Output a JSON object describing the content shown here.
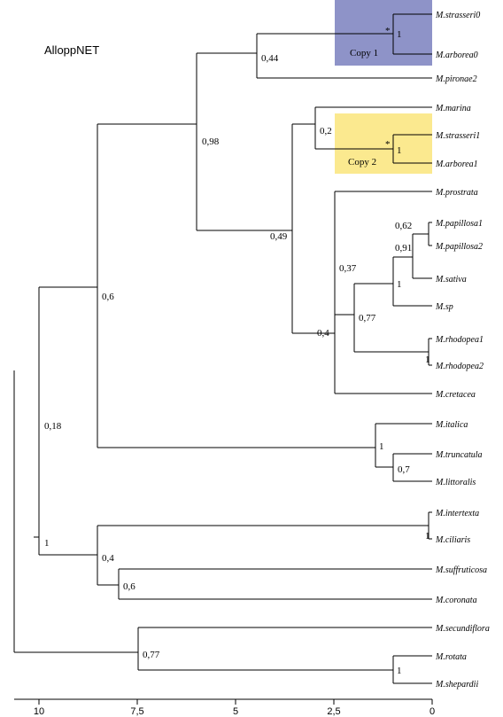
{
  "title": "AlloppNET",
  "colors": {
    "copy1": "#8e93c8",
    "copy2": "#fbe98f"
  },
  "highlights": [
    {
      "label": "Copy 1",
      "color": "#8e93c8"
    },
    {
      "label": "Copy 2",
      "color": "#fbe98f"
    }
  ],
  "axis": {
    "ticks": [
      {
        "value": 10,
        "label": "10"
      },
      {
        "value": 7.5,
        "label": "7,5"
      },
      {
        "value": 5,
        "label": "5"
      },
      {
        "value": 2.5,
        "label": "2,5"
      },
      {
        "value": 0,
        "label": "0"
      }
    ]
  },
  "tips": [
    "M.strasseri0",
    "M.arborea0",
    "M.pironae2",
    "M.marina",
    "M.strasseri1",
    "M.arborea1",
    "M.prostrata",
    "M.papillosa1",
    "M.papillosa2",
    "M.sativa",
    "M.sp",
    "M.rhodopea1",
    "M.rhodopea2",
    "M.cretacea",
    "M.italica",
    "M.truncatula",
    "M.littoralis",
    "M.intertexta",
    "M.ciliaris",
    "M.suffruticosa",
    "M.coronata",
    "M.secundiflora",
    "M.rotata",
    "M.shepardii"
  ],
  "nodes": {
    "root": "1",
    "n018": "0,18",
    "n06": "0,6",
    "n098": "0,98",
    "n044": "0,44",
    "nc1": "1",
    "star1": "*",
    "n049": "0,49",
    "n02": "0,2",
    "nc2": "1",
    "star2": "*",
    "n04a": "0,4",
    "n037": "0,37",
    "n077a": "0,77",
    "n091": "0,91",
    "n062": "0,62",
    "n1pap": "1",
    "n1rho": "1",
    "n1ital": "1",
    "n07": "0,7",
    "n04b": "0,4",
    "n1int": "1",
    "n06b": "0,6",
    "n077b": "0,77",
    "n1rot": "1"
  }
}
